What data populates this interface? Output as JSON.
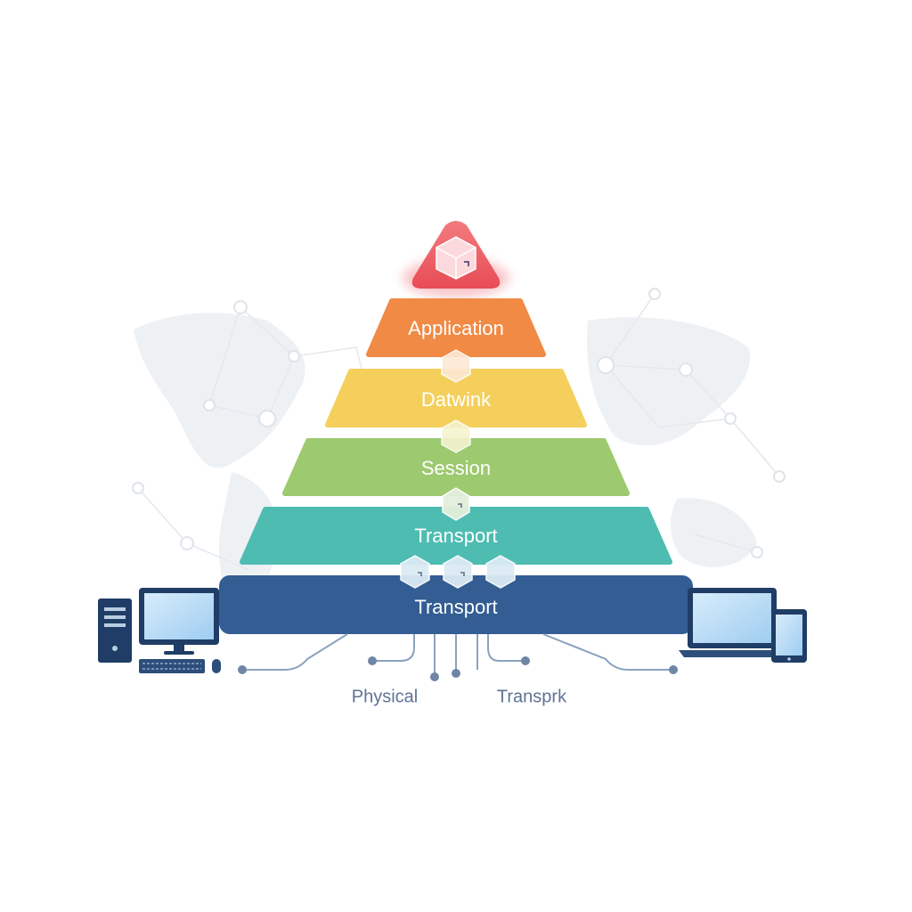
{
  "diagram": {
    "layers": [
      {
        "id": "apex",
        "label": "",
        "color": "#ee5a62"
      },
      {
        "id": "layer-1",
        "label": "Application",
        "color": "#f08a45"
      },
      {
        "id": "layer-2",
        "label": "Datwink",
        "color": "#f4cf5c"
      },
      {
        "id": "layer-3",
        "label": "Session",
        "color": "#9dc96f"
      },
      {
        "id": "layer-4",
        "label": "Transport",
        "color": "#4fbcb2"
      },
      {
        "id": "layer-5",
        "label": "Transport",
        "color": "#335d93"
      }
    ],
    "bottom_labels": {
      "left": "Physical",
      "right": "Transprk"
    },
    "icons": {
      "left_devices": [
        "desktop-tower-icon",
        "monitor-icon",
        "keyboard-icon",
        "mouse-icon"
      ],
      "right_devices": [
        "laptop-icon",
        "tablet-icon"
      ],
      "packets": "cube-icon",
      "background": "world-map-icon"
    }
  }
}
